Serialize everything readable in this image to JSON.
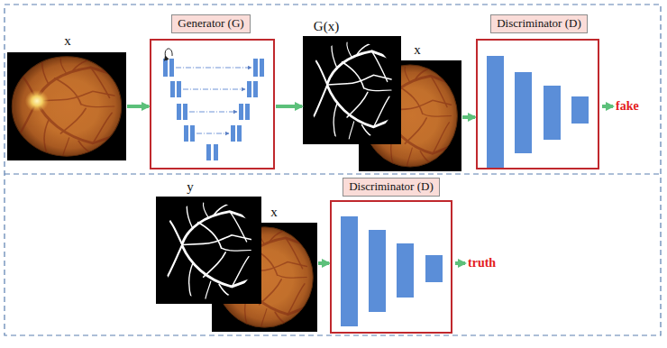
{
  "diagram": {
    "nodes": [
      {
        "text": [
          "x"
        ]
      },
      {
        "text": [
          "Generator (G)"
        ]
      },
      {
        "text": [
          "G(x)"
        ]
      },
      {
        "text": [
          "x"
        ]
      },
      {
        "text": [
          "Discriminator (D)"
        ]
      },
      {
        "text": [
          "y"
        ]
      },
      {
        "text": [
          "x"
        ]
      },
      {
        "text": [
          "Discriminator (D)"
        ]
      }
    ],
    "edges": [
      {
        "from": 0,
        "to": 1,
        "arrow": "to"
      },
      {
        "from": 1,
        "to": 2,
        "arrow": "to"
      },
      {
        "from": 3,
        "to": 4,
        "arrow": "to"
      },
      {
        "from": 6,
        "to": 7,
        "arrow": "to"
      }
    ],
    "labels": [
      "fake",
      "truth"
    ]
  }
}
